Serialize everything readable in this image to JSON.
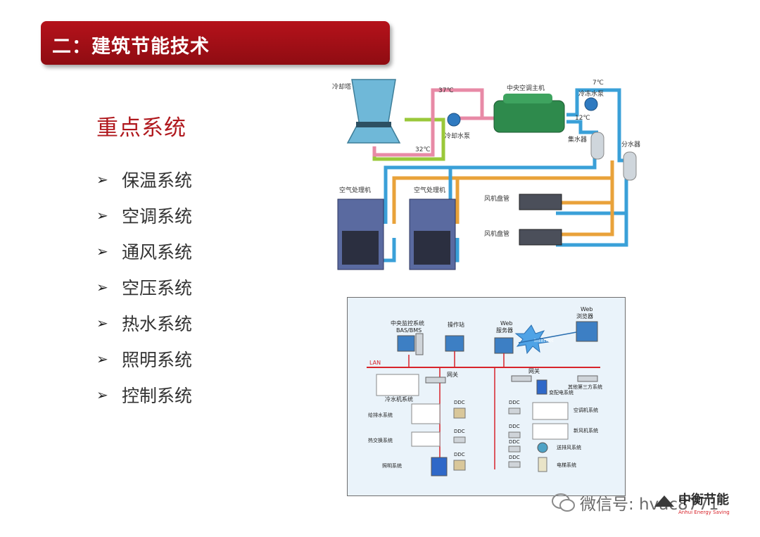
{
  "slide": {
    "title": "二：建筑节能技术",
    "section_heading": "重点系统",
    "bullet_symbol": "➢",
    "bullets": [
      "保温系统",
      "空调系统",
      "通风系统",
      "空压系统",
      "热水系统",
      "照明系统",
      "控制系统"
    ]
  },
  "hvac_diagram": {
    "cooling_tower": "冷却塔",
    "chiller": "中央空调主机",
    "chilled_pump": "冷冻水泵",
    "cooling_pump": "冷却水泵",
    "collector": "集水器",
    "distributor": "分水器",
    "ahu_1": "空气处理机",
    "ahu_2": "空气处理机",
    "fcu_1": "风机盘管",
    "fcu_2": "风机盘管",
    "temp_37": "37℃",
    "temp_32": "32℃",
    "temp_7": "7℃",
    "temp_12": "12℃"
  },
  "bas_diagram": {
    "central_monitor": "中央监控系统",
    "bas_bms": "BAS/BMS",
    "workstation": "操作站",
    "web_server_1": "Web",
    "web_server_2": "服务器",
    "web_browser_1": "Web",
    "web_browser_2": "浏览器",
    "internet": "Internet",
    "lan": "LAN",
    "gateway_1": "网关",
    "gateway_2": "网关",
    "chiller_system": "冷水机系统",
    "water_system": "给排水系统",
    "heat_exchange": "热交换系统",
    "lighting": "照明系统",
    "ddc": "DDC",
    "power_distribution": "变配电系统",
    "third_party": "其他第三方系统",
    "ac_unit": "空调机系统",
    "fresh_air": "新风机系统",
    "supply_exhaust": "送排风系统",
    "elevator": "电梯系统"
  },
  "watermark": {
    "wechat_label": "微信号: hvac8771",
    "logo_text": "中衡节能",
    "logo_subtext": "Anhui Energy Saving"
  },
  "colors": {
    "title_bg": "#a5101a",
    "heading": "#b0191e",
    "cold_pipe": "#3aa0d8",
    "hot_pipe": "#e9a23a",
    "condenser_pipe": "#e88aa6",
    "return_pipe": "#9ac83a",
    "lan_line": "#d8232a"
  }
}
